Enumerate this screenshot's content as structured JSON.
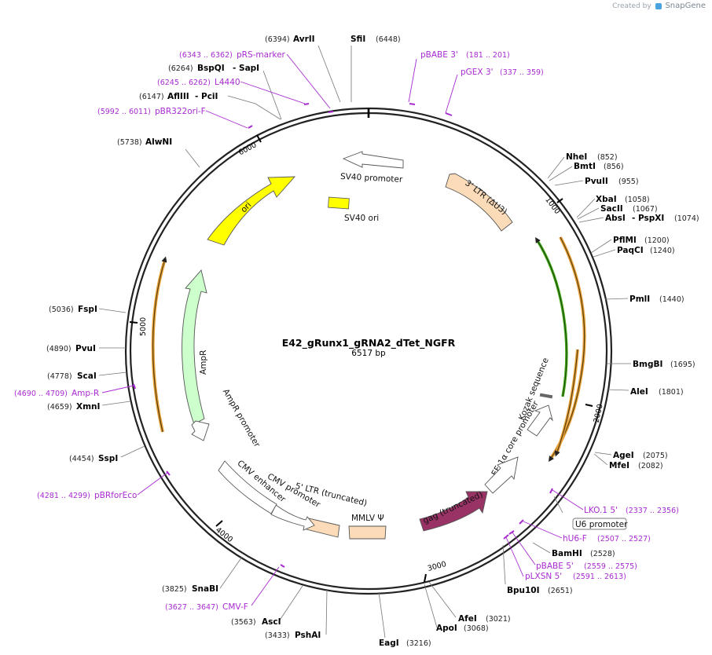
{
  "credit": {
    "prefix": "Created by",
    "brand": "SnapGene"
  },
  "plasmid": {
    "name": "E42_gRunx1_gRNA2_dTet_NGFR",
    "size_label": "6517 bp",
    "length": 6517
  },
  "ticks": [
    "1000",
    "2000",
    "3000",
    "4000",
    "5000",
    "6000"
  ],
  "enzymes": [
    {
      "name": "SfiI",
      "pos": "(6448)"
    },
    {
      "name": "AvrII",
      "pos": "(6394)"
    },
    {
      "name": "BspQI",
      "name2": "- SapI",
      "pos": "(6264)"
    },
    {
      "name": "AflIII",
      "name2": "- PciI",
      "pos": "(6147)"
    },
    {
      "name": "AlwNI",
      "pos": "(5738)"
    },
    {
      "name": "NheI",
      "pos": "(852)"
    },
    {
      "name": "BmtI",
      "pos": "(856)"
    },
    {
      "name": "PvuII",
      "pos": "(955)"
    },
    {
      "name": "XbaI",
      "pos": "(1058)"
    },
    {
      "name": "SacII",
      "pos": "(1067)"
    },
    {
      "name": "AbsI",
      "name2": "- PspXI",
      "pos": "(1074)"
    },
    {
      "name": "PflMI",
      "pos": "(1200)"
    },
    {
      "name": "PaqCI",
      "pos": "(1240)"
    },
    {
      "name": "PmlI",
      "pos": "(1440)"
    },
    {
      "name": "BmgBI",
      "pos": "(1695)"
    },
    {
      "name": "AleI",
      "pos": "(1801)"
    },
    {
      "name": "AgeI",
      "pos": "(2075)"
    },
    {
      "name": "MfeI",
      "pos": "(2082)"
    },
    {
      "name": "BamHI",
      "pos": "(2528)"
    },
    {
      "name": "Bpu10I",
      "pos": "(2651)"
    },
    {
      "name": "AfeI",
      "pos": "(3021)"
    },
    {
      "name": "ApoI",
      "pos": "(3068)"
    },
    {
      "name": "EagI",
      "pos": "(3216)"
    },
    {
      "name": "PshAI",
      "pos": "(3433)"
    },
    {
      "name": "AscI",
      "pos": "(3563)"
    },
    {
      "name": "SnaBI",
      "pos": "(3825)"
    },
    {
      "name": "SspI",
      "pos": "(4454)"
    },
    {
      "name": "XmnI",
      "pos": "(4659)"
    },
    {
      "name": "ScaI",
      "pos": "(4778)"
    },
    {
      "name": "PvuI",
      "pos": "(4890)"
    },
    {
      "name": "FspI",
      "pos": "(5036)"
    }
  ],
  "primers": [
    {
      "name": "pRS-marker",
      "range": "(6343 .. 6362)"
    },
    {
      "name": "L4440",
      "range": "(6245 .. 6262)"
    },
    {
      "name": "pBR322ori-F",
      "range": "(5992 .. 6011)"
    },
    {
      "name": "pBABE 3'",
      "range": "(181 .. 201)"
    },
    {
      "name": "pGEX 3'",
      "range": "(337 .. 359)"
    },
    {
      "name": "LKO.1 5'",
      "range": "(2337 .. 2356)"
    },
    {
      "name": "hU6-F",
      "range": "(2507 .. 2527)"
    },
    {
      "name": "pBABE 5'",
      "range": "(2559 .. 2575)"
    },
    {
      "name": "pLXSN 5'",
      "range": "(2591 .. 2613)"
    },
    {
      "name": "CMV-F",
      "range": "(3627 .. 3647)"
    },
    {
      "name": "pBRforEco",
      "range": "(4281 .. 4299)"
    },
    {
      "name": "Amp-R",
      "range": "(4690 .. 4709)"
    }
  ],
  "features": {
    "sv40_promoter": "SV40 promoter",
    "sv40_ori": "SV40 ori",
    "ori": "ori",
    "ltr3": "3' LTR (ΔU3)",
    "ampr": "AmpR",
    "ampr_promoter": "AmpR promoter",
    "kozak": "Kozak sequence",
    "ef1a": "EF-1α core promoter",
    "gag": "gag (truncated)",
    "mmlv": "MMLV Ψ",
    "ltr5": "5' LTR (truncated)",
    "cmv_promoter": "CMV promoter",
    "cmv_enhancer": "CMV enhancer",
    "u6_promoter": "U6 promoter"
  },
  "colors": {
    "backbone": "#222222",
    "primer": "#a82bd1",
    "ori": "#ffff00",
    "ltr": "#fcdcb8",
    "ampr": "#ccffcc",
    "gag": "#993366",
    "orange_feature": "#e8a33a",
    "green_feature": "#4caf1f"
  }
}
